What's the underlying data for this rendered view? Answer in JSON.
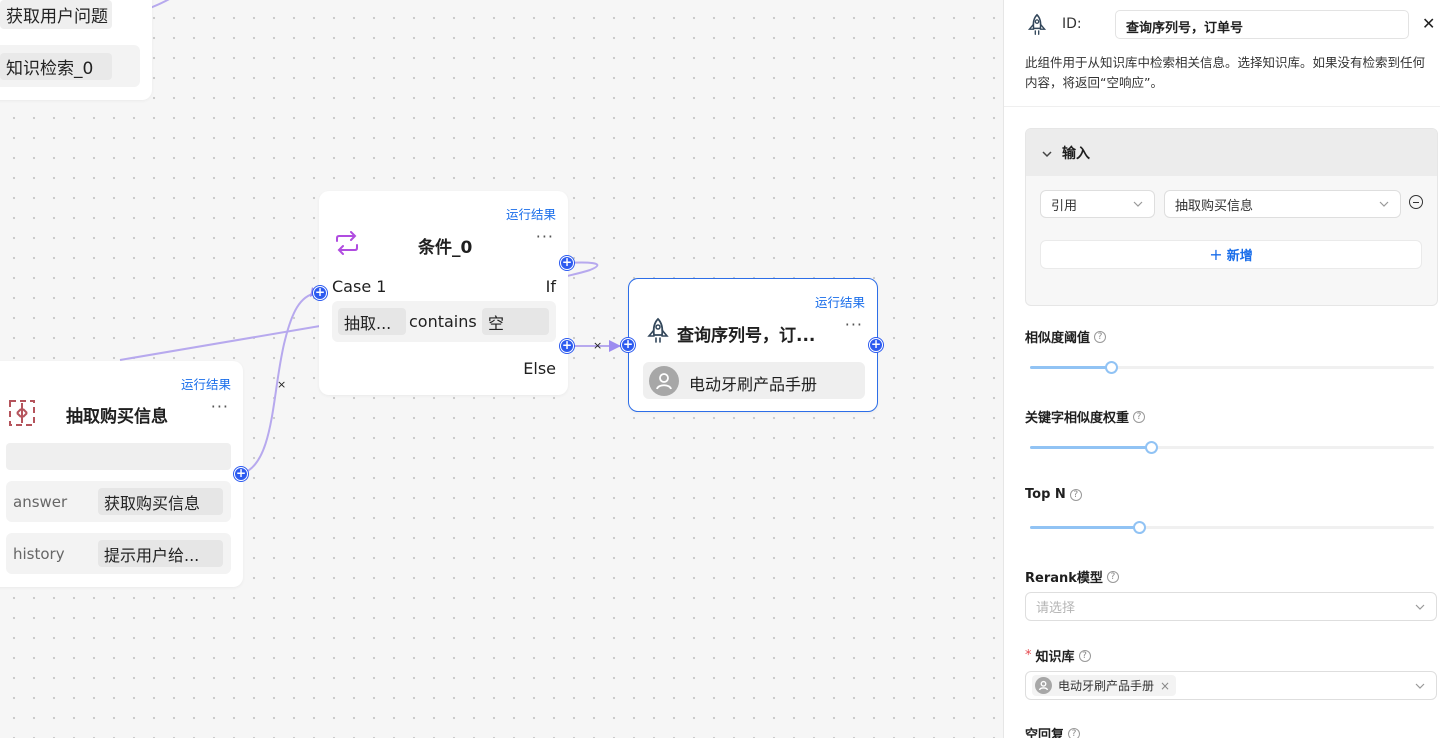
{
  "canvas": {
    "top_node": {
      "item1": "获取用户问题",
      "item2": "知识检索_0"
    },
    "extract_node": {
      "run_result": "运行结果",
      "title": "抽取购买信息",
      "more": "···",
      "rows": [
        {
          "key": "answer",
          "value": "获取购买信息"
        },
        {
          "key": "history",
          "value": "提示用户给..."
        }
      ]
    },
    "condition_node": {
      "run_result": "运行结果",
      "title": "条件_0",
      "more": "···",
      "case_label": "Case 1",
      "if_label": "If",
      "cond_var": "抽取...",
      "cond_op": "contains",
      "cond_val": "空",
      "else_label": "Else"
    },
    "retrieval_node": {
      "run_result": "运行结果",
      "title": "查询序列号，订...",
      "more": "···",
      "kb": "电动牙刷产品手册"
    },
    "edge_delete": "×"
  },
  "panel": {
    "id_label": "ID:",
    "id_value": "查询序列号，订单号",
    "close": "✕",
    "description": "此组件用于从知识库中检索相关信息。选择知识库。如果没有检索到任何内容，将返回“空响应”。",
    "input_section": {
      "title": "输入",
      "type_select": "引用",
      "value_select": "抽取购买信息",
      "add_button": "新增",
      "add_plus": "+"
    },
    "similarity_threshold": {
      "label": "相似度阈值",
      "value": 0.2
    },
    "keyword_weight": {
      "label": "关键字相似度权重",
      "value": 0.3
    },
    "top_n": {
      "label": "Top N",
      "value": 0.27
    },
    "rerank": {
      "label": "Rerank模型",
      "placeholder": "请选择"
    },
    "knowledge_base": {
      "required": "*",
      "label": "知识库",
      "tag": "电动牙刷产品手册",
      "tag_close": "×"
    },
    "empty_reply": {
      "label": "空回复"
    }
  },
  "colors": {
    "accent": "#2d5bf0",
    "link": "#1a6eea",
    "edge": "#b7a9ee",
    "slider": "#91c3f4"
  }
}
